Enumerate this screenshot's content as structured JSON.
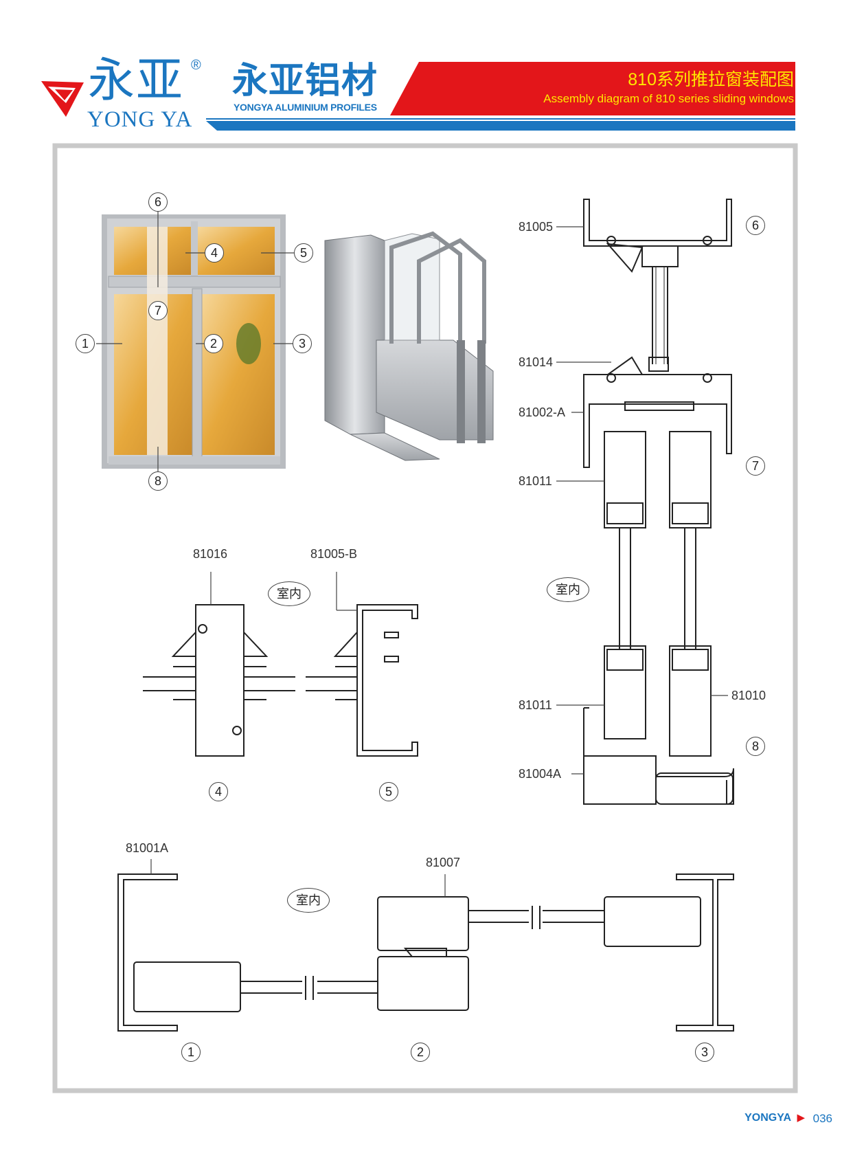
{
  "header": {
    "brand_cn": "永亚",
    "brand_registered": "®",
    "brand_en": "YONG YA",
    "company_cn": "永亚铝材",
    "company_en": "YONGYA ALUMINIUM PROFILES",
    "title_cn": "810系列推拉窗装配图",
    "title_en": "Assembly diagram of 810 series sliding windows"
  },
  "colors": {
    "brand_blue": "#1b76c0",
    "header_red": "#e3161a",
    "header_text_yellow": "#ffe800",
    "frame_grey": "#c9c9c9"
  },
  "photo_callouts": [
    "6",
    "4",
    "5",
    "7",
    "1",
    "2",
    "3",
    "8"
  ],
  "section_right": {
    "parts": [
      "81005",
      "81014",
      "81002-A",
      "81011",
      "81011",
      "81010",
      "81004A"
    ],
    "callouts": [
      "6",
      "7",
      "8"
    ],
    "room_label": "室内"
  },
  "section_middle": {
    "parts": [
      "81016",
      "81005-B"
    ],
    "callouts": [
      "4",
      "5"
    ],
    "room_label": "室内"
  },
  "section_bottom": {
    "parts": [
      "81001A",
      "81007"
    ],
    "callouts": [
      "1",
      "2",
      "3"
    ],
    "room_label": "室内"
  },
  "footer": {
    "brand": "YONGYA",
    "arrow": "▶",
    "page_number": "036"
  }
}
